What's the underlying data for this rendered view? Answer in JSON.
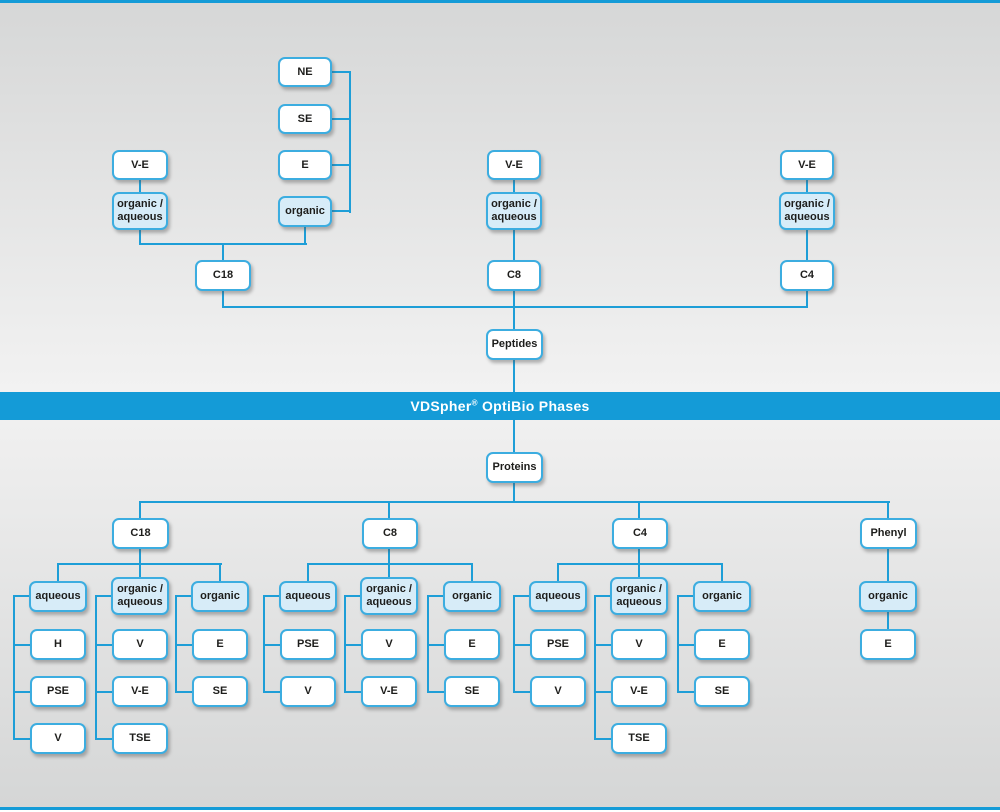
{
  "banner": {
    "brand": "VDSpher",
    "reg": "®",
    "rest": " OptiBio Phases"
  },
  "colors": {
    "accent_blue": "#149bd7",
    "line_blue": "#1e9ed7",
    "node_border_blue": "#3cade0",
    "node_highlight_fill": "#d7ecf8",
    "text_dark": "#1d1d1b"
  },
  "peptides_section": {
    "peptides": "Peptides",
    "c18": {
      "label": "C18",
      "ve": "V-E",
      "organic_aqueous": "organic /\naqueous",
      "organic": "organic",
      "endcaps": [
        "NE",
        "SE",
        "E"
      ]
    },
    "c8": {
      "label": "C8",
      "ve": "V-E",
      "organic_aqueous": "organic /\naqueous"
    },
    "c4": {
      "label": "C4",
      "ve": "V-E",
      "organic_aqueous": "organic /\naqueous"
    }
  },
  "proteins_section": {
    "proteins": "Proteins",
    "groups": [
      {
        "label": "C18",
        "modes": [
          {
            "label": "aqueous",
            "leaves": [
              "H",
              "PSE",
              "V"
            ]
          },
          {
            "label": "organic /\naqueous",
            "leaves": [
              "V",
              "V-E",
              "TSE"
            ]
          },
          {
            "label": "organic",
            "leaves": [
              "E",
              "SE"
            ]
          }
        ]
      },
      {
        "label": "C8",
        "modes": [
          {
            "label": "aqueous",
            "leaves": [
              "PSE",
              "V"
            ]
          },
          {
            "label": "organic /\naqueous",
            "leaves": [
              "V",
              "V-E"
            ]
          },
          {
            "label": "organic",
            "leaves": [
              "E",
              "SE"
            ]
          }
        ]
      },
      {
        "label": "C4",
        "modes": [
          {
            "label": "aqueous",
            "leaves": [
              "PSE",
              "V"
            ]
          },
          {
            "label": "organic /\naqueous",
            "leaves": [
              "V",
              "V-E",
              "TSE"
            ]
          },
          {
            "label": "organic",
            "leaves": [
              "E",
              "SE"
            ]
          }
        ]
      },
      {
        "label": "Phenyl",
        "modes": [
          {
            "label": "organic",
            "leaves": [
              "E"
            ]
          }
        ]
      }
    ]
  }
}
